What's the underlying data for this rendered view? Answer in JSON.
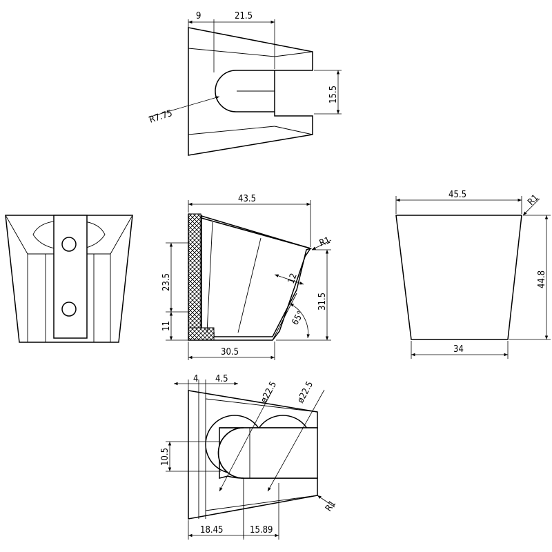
{
  "dimensions": {
    "top_view": {
      "d1": "9",
      "d2": "21.5",
      "d3": "15.5",
      "d4": "R7.75"
    },
    "front_view": {
      "d1": "43.5",
      "d2": "R1",
      "d3": "23.5",
      "d4": "11",
      "d5": "12",
      "d6": "31.5",
      "d7": "65°",
      "d8": "30.5"
    },
    "right_view": {
      "d1": "45.5",
      "d2": "R1",
      "d3": "44.8",
      "d4": "34"
    },
    "bottom_view": {
      "d1": "4",
      "d2": "4.5",
      "d3": "ø22.5",
      "d4": "ø22.5",
      "d5": "10.5",
      "d6": "R1",
      "d7": "18.45",
      "d8": "15.89"
    }
  }
}
